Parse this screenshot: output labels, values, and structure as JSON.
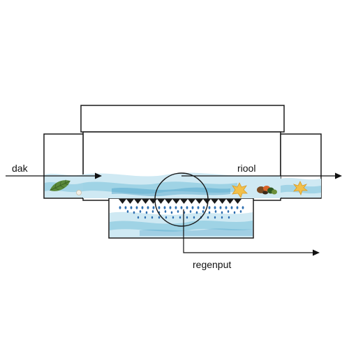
{
  "labels": {
    "inlet": "dak",
    "overflow": "riool",
    "outlet": "regenput"
  },
  "colors": {
    "outline": "#1a1a1a",
    "water_light": "#cfe9f3",
    "water_mid": "#8fcbe0",
    "water_deep": "#4aa0c8",
    "drops": "#2d6fb0",
    "leaf_green": "#5a8a3a",
    "leaf_yellow": "#f2c04a"
  }
}
